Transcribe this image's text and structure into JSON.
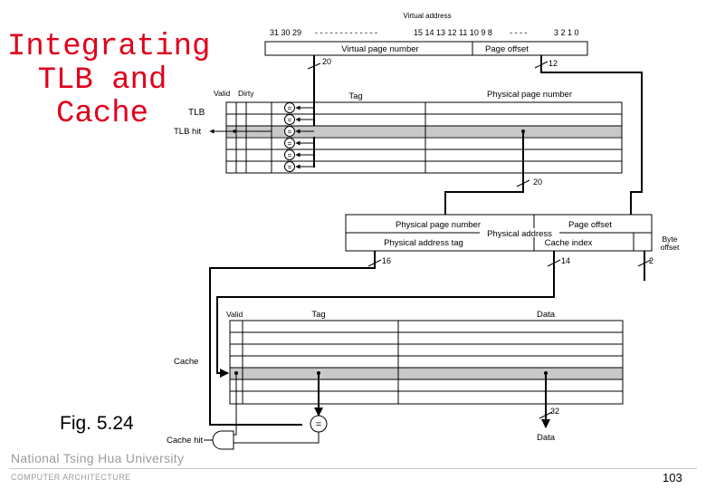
{
  "slide": {
    "title_lines": [
      "Integrating",
      "TLB and",
      "Cache"
    ],
    "figure_label": "Fig. 5.24",
    "university": "National  Tsing  Hua  University",
    "department": "COMPUTER   ARCHITECTURE",
    "page_number": "103",
    "colors": {
      "title": "#e0001b",
      "hit_row": "#c8c8c8",
      "footer": "#9c9c9c"
    }
  },
  "diagram": {
    "virtual_address_label": "Virtual address",
    "va_bits_left": "31 30 29",
    "va_bits_mid": "15 14 13 12 11 10 9 8",
    "va_bits_right": "3 2 1 0",
    "va_fields": [
      "Virtual page number",
      "Page offset"
    ],
    "va_widths": [
      "20",
      "12"
    ],
    "tlb": {
      "col_valid": "Valid",
      "col_dirty": "Dirty",
      "col_tag": "Tag",
      "col_ppn": "Physical page number",
      "label": "TLB",
      "hit_label": "TLB hit",
      "comparator_symbol": "=",
      "ppn_width": "20"
    },
    "physical_address": {
      "top_fields": [
        "Physical page number",
        "Page offset"
      ],
      "label": "Physical address",
      "bottom_fields": [
        "Physical address tag",
        "Cache index"
      ],
      "byte_offset_label": [
        "Byte",
        "offset"
      ],
      "widths": [
        "16",
        "14",
        "2"
      ]
    },
    "cache": {
      "col_valid": "Valid",
      "col_tag": "Tag",
      "col_data": "Data",
      "label": "Cache",
      "hit_label": "Cache hit",
      "comparator_symbol": "=",
      "data_width": "32",
      "output_label": "Data"
    }
  }
}
